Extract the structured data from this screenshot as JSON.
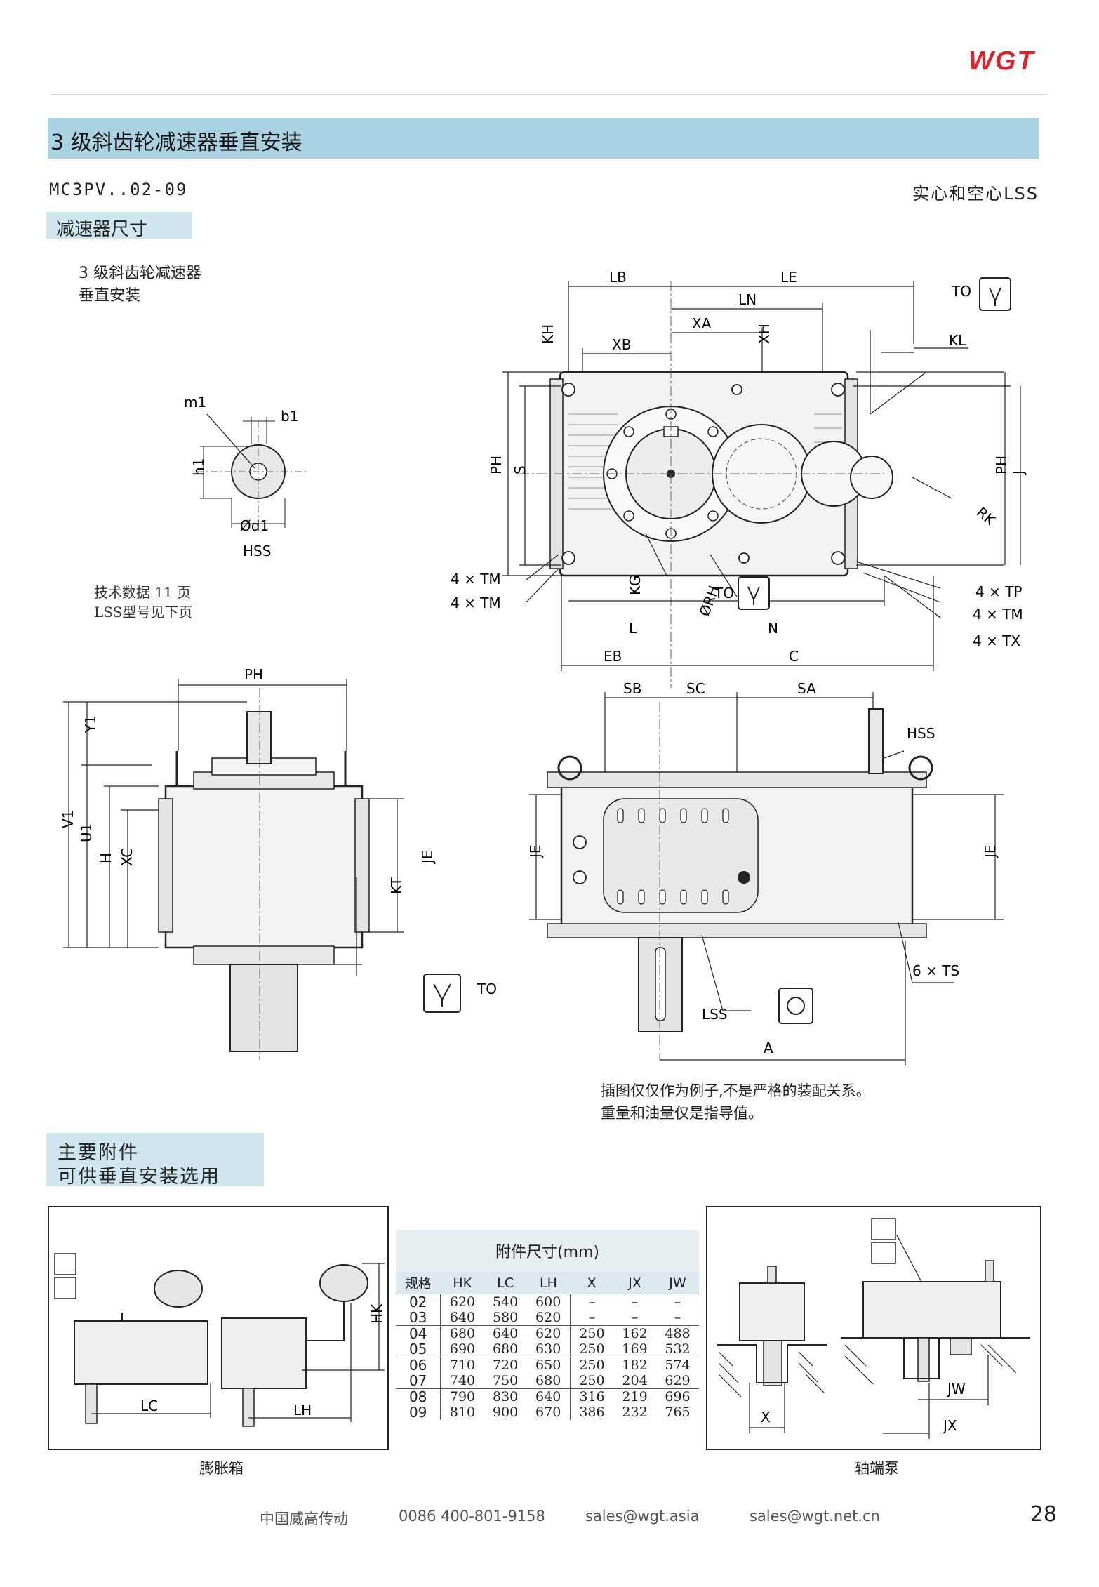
{
  "brand": {
    "logo": "WGT",
    "color": "#d8232a"
  },
  "header": {
    "title": "3 级斜齿轮减速器垂直安装",
    "model": "MC3PV..02-09",
    "shaft_type": "实心和空心LSS"
  },
  "section": {
    "title": "减速器尺寸"
  },
  "drawing": {
    "caption_line1": "3 级斜齿轮减速器",
    "caption_line2": "垂直安装",
    "tech_ref_line1": "技术数据 11 页",
    "tech_ref_line2": "LSS型号见下页",
    "hss_labels": {
      "m1": "m1",
      "b1": "b1",
      "h1": "h1",
      "d1": "Ød1",
      "name": "HSS"
    },
    "top_view_labels": {
      "LB": "LB",
      "LE": "LE",
      "LN": "LN",
      "XA": "XA",
      "XB": "XB",
      "KH": "KH",
      "XH": "XH",
      "TO": "TO",
      "KL": "KL",
      "PH": "PH",
      "S": "S",
      "J": "J",
      "RK": "RK",
      "TM4": "4 × TM",
      "TP4": "4 × TP",
      "TX4": "4 × TX",
      "KG": "KG",
      "RH": "ØRH",
      "L": "L",
      "N": "N",
      "EB": "EB",
      "C": "C"
    },
    "side_view_labels": {
      "PH": "PH",
      "Y1": "Y1",
      "V1": "V1",
      "U1": "U1",
      "H": "H",
      "XC": "XC",
      "JE": "JE",
      "KT": "KT",
      "TO": "TO"
    },
    "front_view_labels": {
      "SB": "SB",
      "SC": "SC",
      "SA": "SA",
      "HSS": "HSS",
      "JE": "JE",
      "TS6": "6 × TS",
      "LSS": "LSS",
      "A": "A"
    },
    "note_line1": "插图仅仅作为例子,不是严格的装配关系。",
    "note_line2": "重量和油量仅是指导值。"
  },
  "accessories": {
    "title_line1": "主要附件",
    "title_line2": "可供垂直安装选用",
    "left_caption": "膨胀箱",
    "right_caption": "轴端泵",
    "left_labels": {
      "LC": "LC",
      "LH": "LH",
      "HK": "HK"
    },
    "right_labels": {
      "X": "X",
      "JW": "JW",
      "JX": "JX"
    },
    "table": {
      "caption": "附件尺寸(mm)",
      "spec_header": "规格",
      "columns": [
        "HK",
        "LC",
        "LH",
        "X",
        "JX",
        "JW"
      ],
      "rows": [
        {
          "size": "02",
          "values": [
            "620",
            "540",
            "600",
            "–",
            "–",
            "–"
          ]
        },
        {
          "size": "03",
          "values": [
            "640",
            "580",
            "620",
            "–",
            "–",
            "–"
          ]
        },
        {
          "size": "04",
          "values": [
            "680",
            "640",
            "620",
            "250",
            "162",
            "488"
          ]
        },
        {
          "size": "05",
          "values": [
            "690",
            "680",
            "630",
            "250",
            "169",
            "532"
          ]
        },
        {
          "size": "06",
          "values": [
            "710",
            "720",
            "650",
            "250",
            "182",
            "574"
          ]
        },
        {
          "size": "07",
          "values": [
            "740",
            "750",
            "680",
            "250",
            "204",
            "629"
          ]
        },
        {
          "size": "08",
          "values": [
            "790",
            "830",
            "640",
            "316",
            "219",
            "696"
          ]
        },
        {
          "size": "09",
          "values": [
            "810",
            "900",
            "670",
            "386",
            "232",
            "765"
          ]
        }
      ]
    }
  },
  "footer": {
    "company": "中国威高传动",
    "phone": "0086 400-801-9158",
    "email1": "sales@wgt.asia",
    "email2": "sales@wgt.net.cn",
    "page": "28"
  }
}
